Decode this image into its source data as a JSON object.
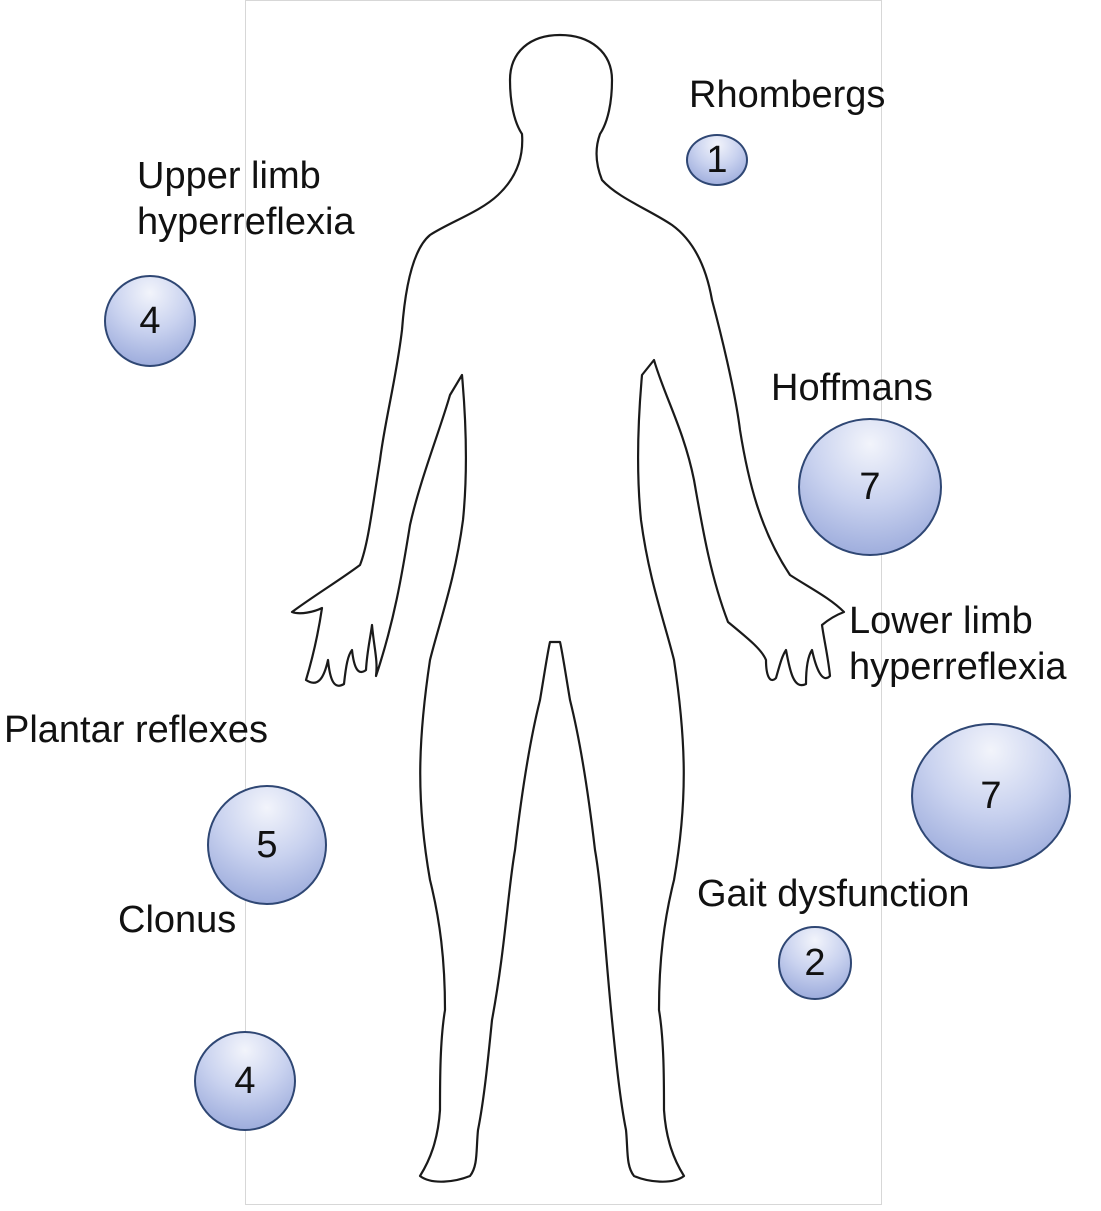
{
  "findings": [
    {
      "label": [
        "Rhombergs"
      ],
      "count": "1"
    },
    {
      "label": [
        "Upper limb",
        "hyperreflexia"
      ],
      "count": "4"
    },
    {
      "label": [
        "Hoffmans"
      ],
      "count": "7"
    },
    {
      "label": [
        "Lower limb",
        "hyperreflexia"
      ],
      "count": "7"
    },
    {
      "label": [
        "Plantar reflexes"
      ],
      "count": "5"
    },
    {
      "label": [
        "Clonus"
      ],
      "count": "4"
    },
    {
      "label": [
        "Gait dysfunction"
      ],
      "count": "2"
    }
  ],
  "colors": {
    "bubble_border": "#2f4774",
    "bubble_fill": "#c9d2ef",
    "outline": "#1a1a1a"
  }
}
